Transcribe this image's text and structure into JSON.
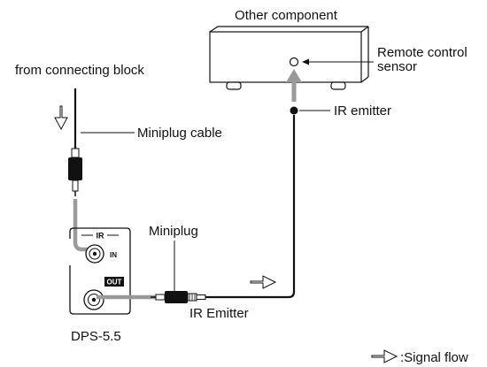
{
  "labels": {
    "other_component": "Other component",
    "remote_sensor_line1": "Remote control",
    "remote_sensor_line2": "sensor",
    "from_block": "from connecting block",
    "ir_emitter_top": "IR emitter",
    "miniplug_cable": "Miniplug cable",
    "miniplug": "Miniplug",
    "ir_emitter_bottom": "IR Emitter",
    "device_name": "DPS-5.5",
    "signal_flow": ":Signal flow"
  },
  "panel": {
    "group_label": "IR",
    "in_label": "IN",
    "out_label": "OUT"
  },
  "colors": {
    "line": "#111111",
    "cable_gray": "#9a9a9a",
    "background": "#ffffff"
  }
}
